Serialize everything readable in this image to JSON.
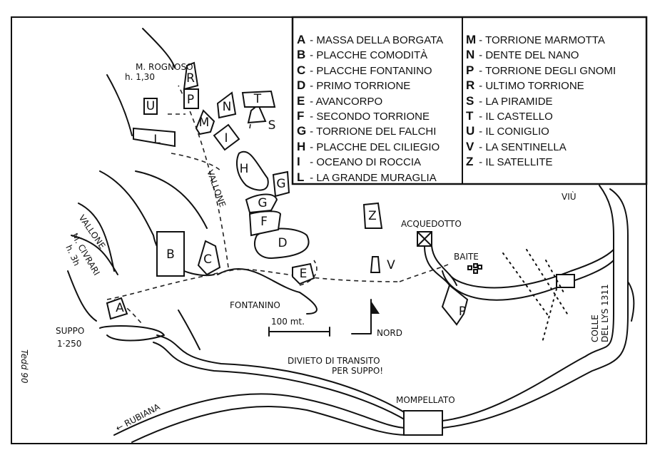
{
  "legend_left": [
    {
      "key": "A",
      "label": "- MASSA DELLA BORGATA"
    },
    {
      "key": "B",
      "label": "- PLACCHE COMODITÀ"
    },
    {
      "key": "C",
      "label": "- PLACCHE FONTANINO"
    },
    {
      "key": "D",
      "label": "- PRIMO TORRIONE"
    },
    {
      "key": "E",
      "label": "- AVANCORPO"
    },
    {
      "key": "F",
      "label": "- SECONDO TORRIONE"
    },
    {
      "key": "G",
      "label": "- TORRIONE DEL FALCHI"
    },
    {
      "key": "H",
      "label": "- PLACCHE DEL CILIEGIO"
    },
    {
      "key": "I",
      "label": "- OCEANO DI ROCCIA"
    },
    {
      "key": "L",
      "label": "- LA GRANDE MURAGLIA"
    }
  ],
  "legend_right": [
    {
      "key": "M",
      "label": "- TORRIONE MARMOTTA"
    },
    {
      "key": "N",
      "label": "- DENTE DEL NANO"
    },
    {
      "key": "P",
      "label": "- TORRIONE DEGLI GNOMI"
    },
    {
      "key": "R",
      "label": "- ULTIMO TORRIONE"
    },
    {
      "key": "S",
      "label": "- LA PIRAMIDE"
    },
    {
      "key": "T",
      "label": "- IL CASTELLO"
    },
    {
      "key": "U",
      "label": "- IL CONIGLIO"
    },
    {
      "key": "V",
      "label": "- LA SENTINELLA"
    },
    {
      "key": "Z",
      "label": "- IL SATELLITE"
    }
  ],
  "map_labels": {
    "rognoso": "M. ROGNOSO",
    "rognoso_h": "h. 1,30",
    "civrari": "M. CIVRARI",
    "civrari_h": "h. 3h",
    "vallone_1": "VALLONE",
    "vallone_2": "VALLONE",
    "fontanino": "FONTANINO",
    "suppo": "SUPPO",
    "suppo_alt": "1·250",
    "scale": "100 mt.",
    "north": "NORD",
    "acquedotto": "ACQUEDOTTO",
    "baite": "BAITE",
    "parking": "P",
    "viu": "VIÙ",
    "colle": "COLLE",
    "colle_2": "DEL LYS 1311",
    "divieto_1": "DIVIETO DI TRANSITO",
    "divieto_2": "PER SUPPO!",
    "mompellato": "MOMPELLATO",
    "rubiana": "← RUBIANA",
    "signature": "Tedd 90"
  }
}
